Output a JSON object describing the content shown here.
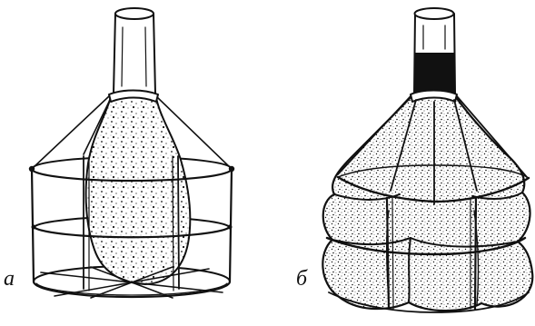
{
  "figure": {
    "panels": [
      {
        "id": "a",
        "label": "а",
        "subject": "balloon-in-wire-cage-uninflated"
      },
      {
        "id": "b",
        "label": "б",
        "subject": "balloon-in-wire-cage-inflated"
      }
    ],
    "colors": {
      "ink": "#111111",
      "fill": "#ffffff"
    }
  }
}
